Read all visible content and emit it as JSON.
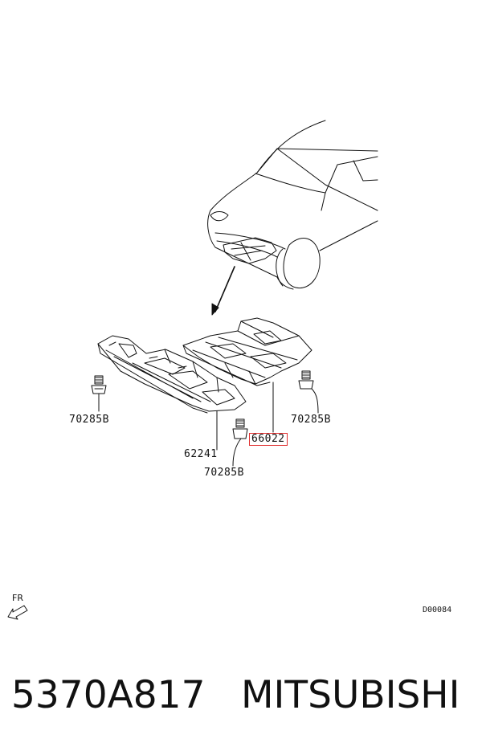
{
  "callouts": {
    "fastener_left": "70285B",
    "fastener_right": "70285B",
    "fastener_center": "70285B",
    "skid_plate_front": "62241",
    "skid_plate_rear": "66022"
  },
  "orientation_label": "FR",
  "drawing_code": "D00084",
  "part_number": "5370A817",
  "brand": "MITSUBISHI",
  "colors": {
    "highlight": "#e03030",
    "line": "#111111"
  },
  "icons": [
    "front-direction-arrow-icon",
    "bolt-icon"
  ]
}
